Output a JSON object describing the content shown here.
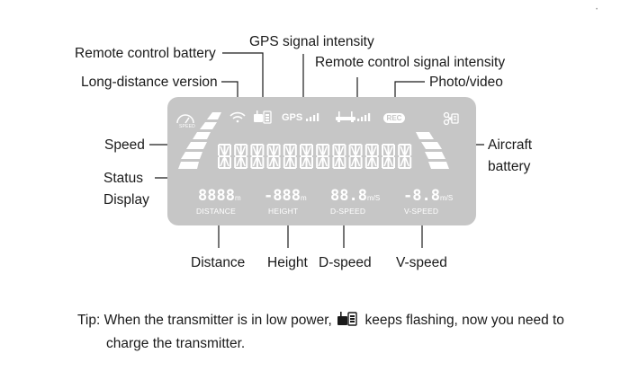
{
  "labels": {
    "remote_control_battery": "Remote control battery",
    "gps_signal_intensity": "GPS signal intensity",
    "remote_control_signal_intensity": "Remote control signal intensity",
    "long_distance_version": "Long-distance version",
    "photo_video": "Photo/video",
    "speed": "Speed",
    "aircraft_battery_line1": "Aircraft",
    "aircraft_battery_line2": "battery",
    "status_display_line1": "Status",
    "status_display_line2": "Display",
    "distance": "Distance",
    "height": "Height",
    "d_speed": "D-speed",
    "v_speed": "V-speed"
  },
  "display": {
    "speed_badge": "SPEED",
    "gps_text": "GPS",
    "rec_badge": "REC",
    "distance_value": "8888",
    "distance_unit": "m",
    "distance_caption": "DISTANCE",
    "height_value": "-888",
    "height_unit": "m",
    "height_caption": "HEIGHT",
    "dspeed_value": "88.8",
    "dspeed_unit": "m/S",
    "dspeed_caption": "D-SPEED",
    "vspeed_value": "-8.8",
    "vspeed_unit": "m/S",
    "vspeed_caption": "V-SPEED"
  },
  "tip": {
    "prefix": "Tip: When the transmitter is in low power,",
    "suffix": "keeps flashing, now you need to",
    "line2": "charge the transmitter."
  },
  "colors": {
    "panel": "#c6c6c6",
    "segment": "#ffffff",
    "text": "#1a1a1a",
    "leader": "#1a1a1a"
  },
  "icons": [
    "wifi-icon",
    "controller-battery-icon",
    "signal-bars-icon",
    "speedometer-icon",
    "drone-icon"
  ]
}
